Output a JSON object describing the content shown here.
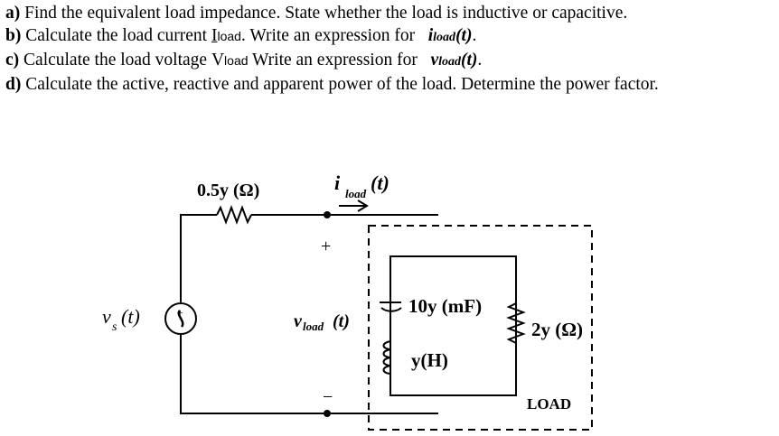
{
  "questions": [
    {
      "tag": "a)",
      "text": " Find the equivalent load impedance. State whether the load is inductive or capacitive."
    },
    {
      "tag": "b)",
      "text": " Calculate the load current ",
      "sym": "I",
      "sub": "load",
      "text2": ". Write an expression for ",
      "isym": "i",
      "isub": "load",
      "iend": "(t)",
      "end": "."
    },
    {
      "tag": "c)",
      "text": " Calculate the load voltage ",
      "sym": "V",
      "sub": "load",
      "text2": " Write an expression for ",
      "isym": "v",
      "isub": "load",
      "iend": "(t)",
      "end": "."
    },
    {
      "tag": "d)",
      "text": " Calculate the active, reactive and apparent power of the load. Determine the power factor."
    }
  ],
  "circuit": {
    "source_label": "v",
    "source_sub": "s",
    "source_arg": "(t)",
    "source_plus": "+",
    "source_minus": "−",
    "series_resistor": "0.5y (Ω)",
    "current_label": "i",
    "current_sub": "load",
    "current_arg": "(t)",
    "voltage_label": "v",
    "voltage_sub": "load",
    "voltage_arg": "(t)",
    "plus_sign": "+",
    "minus_sign": "−",
    "capacitor": "10y (mF)",
    "inductor": "y(H)",
    "resistor": "2y (Ω)",
    "box_label": "LOAD"
  }
}
